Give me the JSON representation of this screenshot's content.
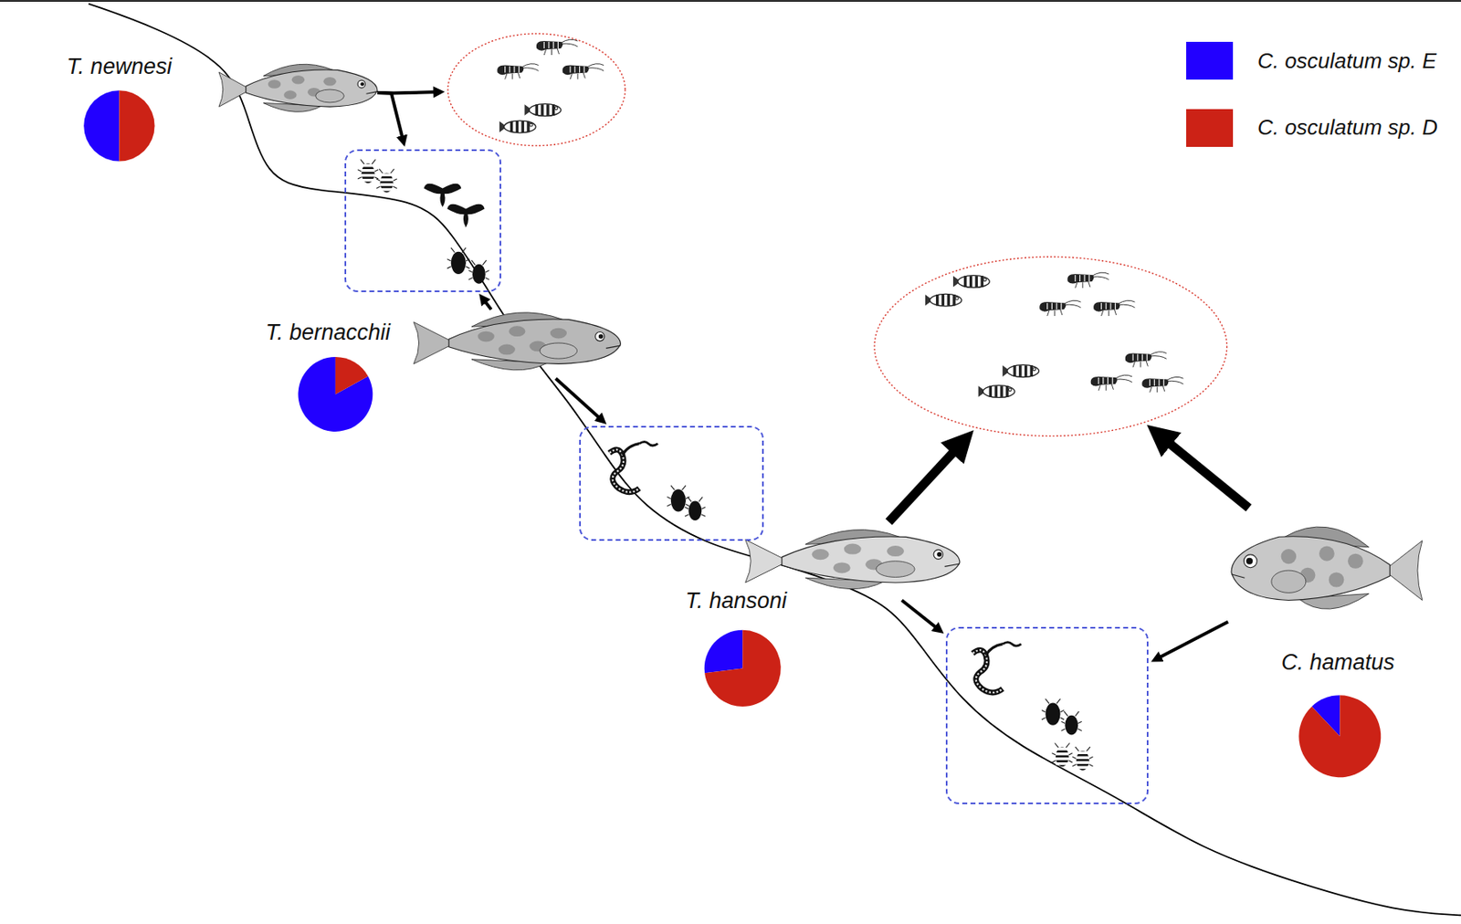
{
  "diagram": {
    "nodes": [
      {
        "text": [
          "T. newnesi"
        ]
      },
      {
        "text": []
      },
      {
        "text": []
      },
      {
        "text": [
          "T. bernacchii"
        ]
      },
      {
        "text": []
      },
      {
        "text": []
      },
      {
        "text": [
          "T. hansoni"
        ]
      },
      {
        "text": [
          "C. hamatus"
        ]
      },
      {
        "text": []
      }
    ],
    "edges": [
      {
        "from": 0,
        "to": 1,
        "arrow": "to"
      },
      {
        "from": 0,
        "to": 2,
        "arrow": "to"
      },
      {
        "from": 3,
        "to": 2,
        "arrow": "to"
      },
      {
        "from": 3,
        "to": 4,
        "arrow": "to"
      },
      {
        "from": 6,
        "to": 5,
        "arrow": "to"
      },
      {
        "from": 6,
        "to": 8,
        "arrow": "to"
      },
      {
        "from": 7,
        "to": 5,
        "arrow": "to"
      },
      {
        "from": 7,
        "to": 8,
        "arrow": "to"
      }
    ],
    "legend": [
      {
        "text": "C. osculatum sp. E",
        "color": "#2200ff"
      },
      {
        "text": "C. osculatum sp. D",
        "color": "#cc2216"
      }
    ]
  }
}
